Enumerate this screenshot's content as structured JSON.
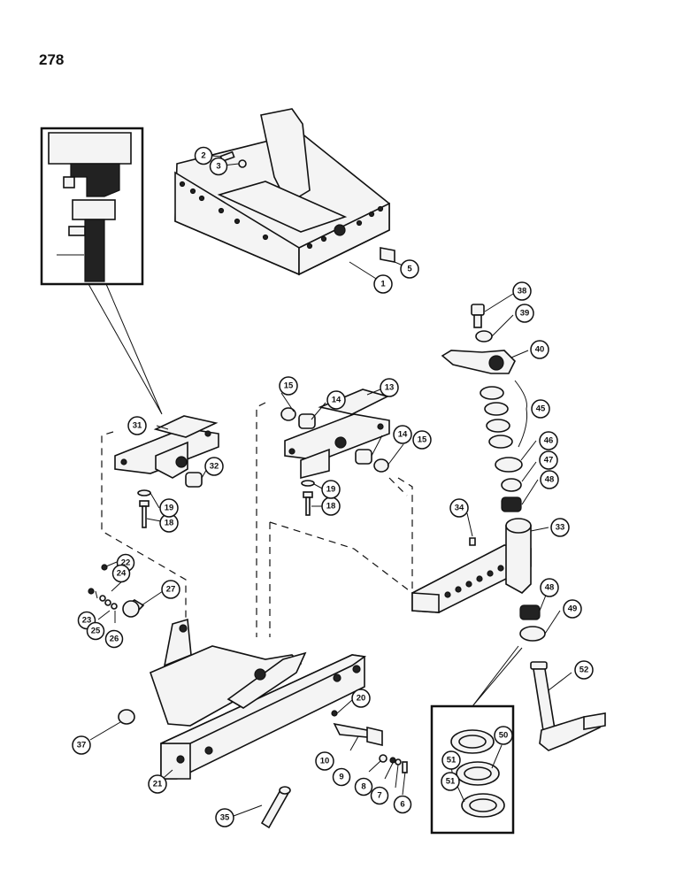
{
  "page": {
    "number": "278"
  },
  "callouts": [
    "1",
    "2",
    "3",
    "5",
    "6",
    "7",
    "8",
    "9",
    "10",
    "13",
    "14",
    "14",
    "15",
    "15",
    "18",
    "18",
    "19",
    "19",
    "20",
    "21",
    "22",
    "23",
    "24",
    "25",
    "26",
    "27",
    "31",
    "32",
    "33",
    "34",
    "35",
    "37",
    "38",
    "39",
    "40",
    "45",
    "46",
    "47",
    "48",
    "48",
    "49",
    "50",
    "51",
    "51",
    "52"
  ]
}
